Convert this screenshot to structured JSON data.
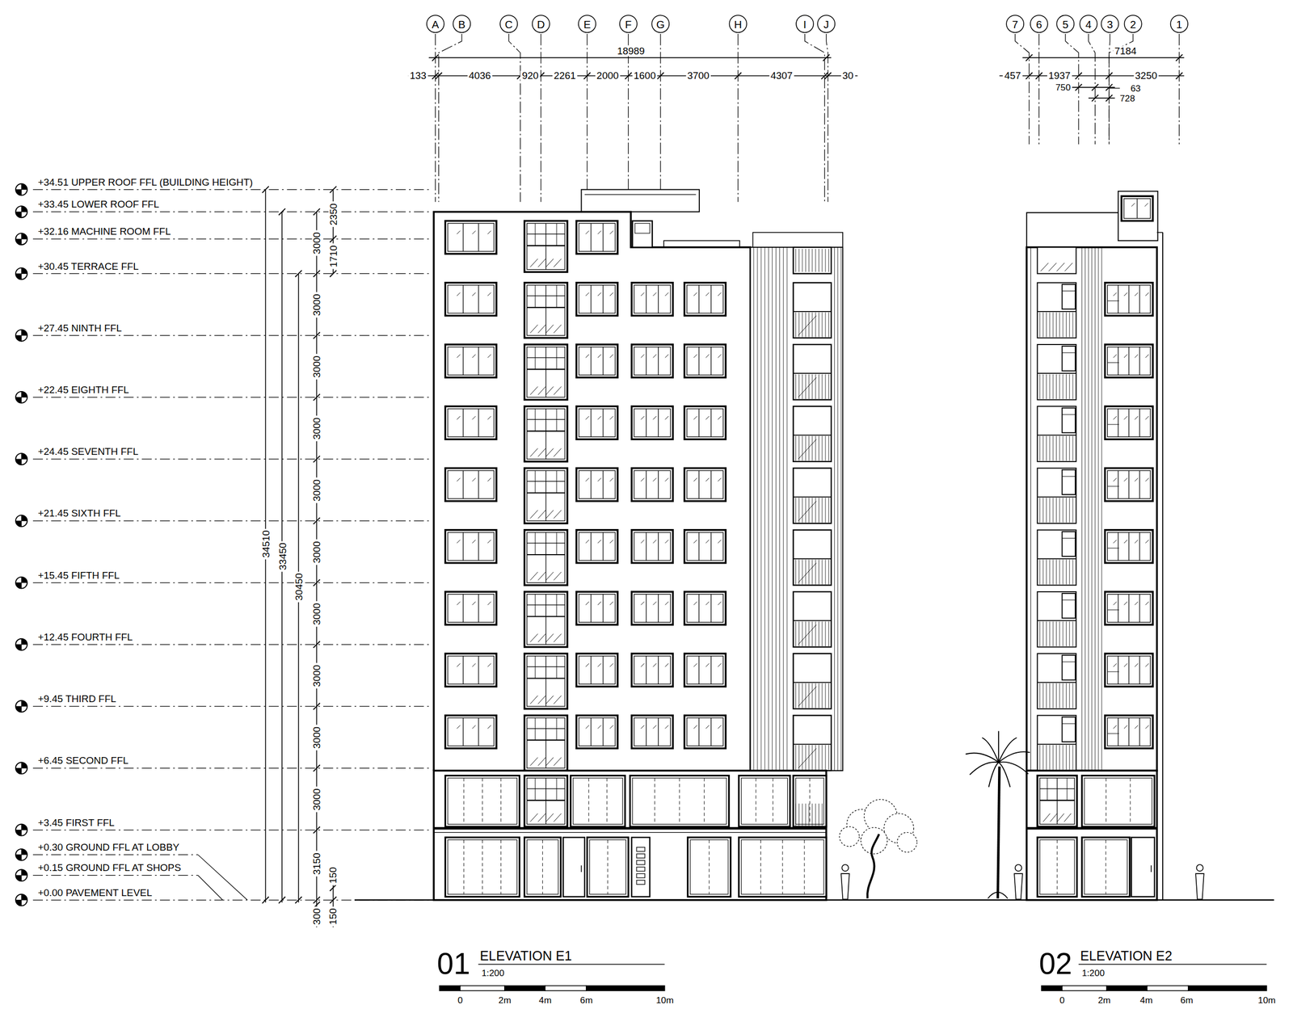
{
  "diagram": {
    "nodes": [
      {
        "text": [
          "A"
        ]
      },
      {
        "text": [
          "B"
        ]
      },
      {
        "text": [
          "C"
        ]
      },
      {
        "text": [
          "D"
        ]
      },
      {
        "text": [
          "E"
        ]
      },
      {
        "text": [
          "F"
        ]
      },
      {
        "text": [
          "G"
        ]
      },
      {
        "text": [
          "H"
        ]
      },
      {
        "text": [
          "I"
        ]
      },
      {
        "text": [
          "J"
        ]
      },
      {
        "text": [
          "7"
        ]
      },
      {
        "text": [
          "6"
        ]
      },
      {
        "text": [
          "5"
        ]
      },
      {
        "text": [
          "4"
        ]
      },
      {
        "text": [
          "3"
        ]
      },
      {
        "text": [
          "2"
        ]
      },
      {
        "text": [
          "1"
        ]
      }
    ],
    "labels": [
      "18989",
      "133",
      "4036",
      "920",
      "2261",
      "2000",
      "1600",
      "3700",
      "4307",
      "30",
      "7184",
      "457",
      "1937",
      "3250",
      "750",
      "63",
      "728",
      "+34.51 UPPER ROOF FFL (BUILDING HEIGHT)",
      "+33.45 LOWER ROOF FFL",
      "+32.16 MACHINE ROOM FFL",
      "+30.45 TERRACE FFL",
      "+27.45 NINTH FFL",
      "+22.45 EIGHTH FFL",
      "+24.45 SEVENTH FFL",
      "+21.45 SIXTH FFL",
      "+15.45 FIFTH FFL",
      "+12.45 FOURTH FFL",
      "+9.45 THIRD FFL",
      "+6.45 SECOND FFL",
      "+3.45 FIRST FFL",
      "+0.30 GROUND FFL AT LOBBY",
      "+0.15 GROUND FFL AT SHOPS",
      "+0.00 PAVEMENT LEVEL",
      "34510",
      "33450",
      "30450",
      "2350",
      "3000",
      "1710",
      "3000",
      "3000",
      "3000",
      "3000",
      "3000",
      "3000",
      "3000",
      "3000",
      "3000",
      "3150",
      "150",
      "300",
      "150",
      "01",
      "ELEVATION E1",
      "1:200",
      "0",
      "2m",
      "4m",
      "6m",
      "10m",
      "02",
      "ELEVATION E2",
      "1:200",
      "0",
      "2m",
      "4m",
      "6m",
      "10m"
    ]
  }
}
